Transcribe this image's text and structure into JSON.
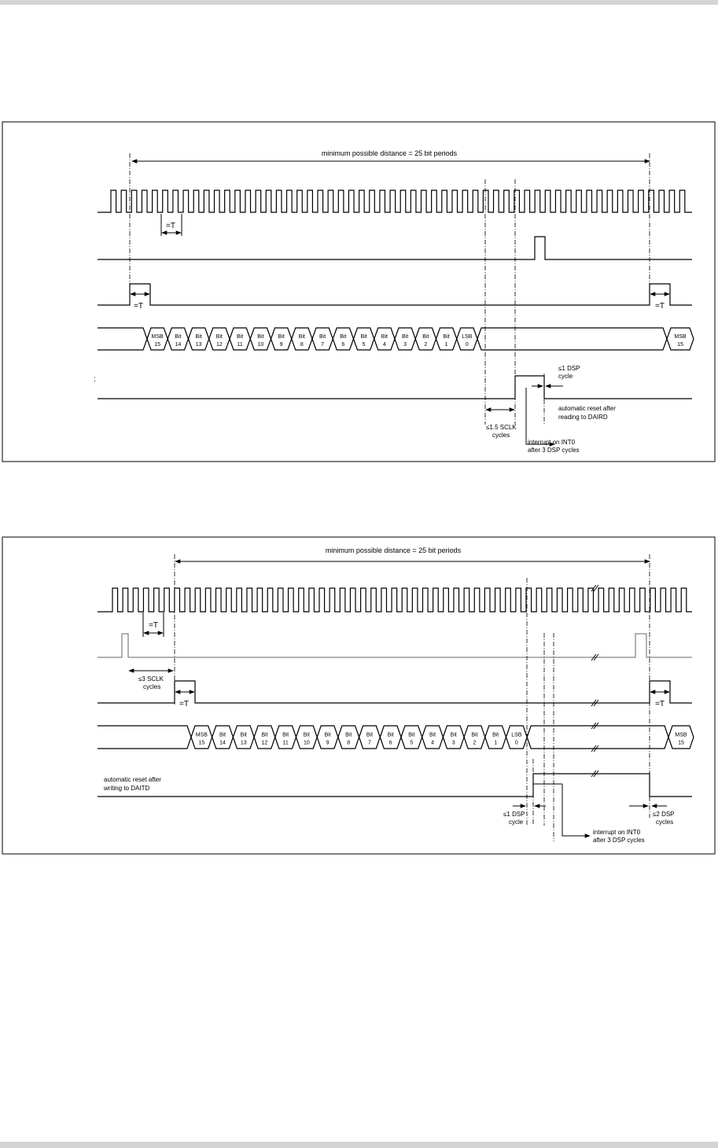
{
  "diagram1": {
    "distance_label": "minimum possible distance = 25 bit  periods",
    "period_label": "=T",
    "fs_label": "=T",
    "fs_label_end": "=T",
    "colon_mark": ":",
    "bits": [
      {
        "l1": "MSB",
        "l2": "15"
      },
      {
        "l1": "Bit",
        "l2": "14"
      },
      {
        "l1": "Bit",
        "l2": "13"
      },
      {
        "l1": "Bit",
        "l2": "12"
      },
      {
        "l1": "Bit",
        "l2": "11"
      },
      {
        "l1": "Bit",
        "l2": "10"
      },
      {
        "l1": "Bit",
        "l2": "9"
      },
      {
        "l1": "Bit",
        "l2": "8"
      },
      {
        "l1": "Bit",
        "l2": "7"
      },
      {
        "l1": "Bit",
        "l2": "6"
      },
      {
        "l1": "Bit",
        "l2": "5"
      },
      {
        "l1": "Bit",
        "l2": "4"
      },
      {
        "l1": "Bit",
        "l2": "3"
      },
      {
        "l1": "Bit",
        "l2": "2"
      },
      {
        "l1": "Bit",
        "l2": "1"
      },
      {
        "l1": "LSB",
        "l2": "0"
      }
    ],
    "end_bit": {
      "l1": "MSB",
      "l2": "15"
    },
    "dsp_cycle_line1": "≤1 DSP",
    "dsp_cycle_line2": "cycle",
    "reset_line1": "automatic reset after",
    "reset_line2": "reading to DAIRD",
    "sclk_line1": "≤1.5 SCLK",
    "sclk_line2": "cycles",
    "int_line1": "interrupt on INT0",
    "int_line2": "after 3 DSP cycles"
  },
  "diagram2": {
    "distance_label": "minimum possible distance = 25 bit  periods",
    "period_label": "=T",
    "sclk_line1": "≤3 SCLK",
    "sclk_line2": "cycles",
    "fs_label": "=T",
    "fs_label_end": "=T",
    "bits": [
      {
        "l1": "MSB",
        "l2": "15"
      },
      {
        "l1": "Bit",
        "l2": "14"
      },
      {
        "l1": "Bit",
        "l2": "13"
      },
      {
        "l1": "Bit",
        "l2": "12"
      },
      {
        "l1": "Bit",
        "l2": "11"
      },
      {
        "l1": "Bit",
        "l2": "10"
      },
      {
        "l1": "Bit",
        "l2": "9"
      },
      {
        "l1": "Bit",
        "l2": "8"
      },
      {
        "l1": "Bit",
        "l2": "7"
      },
      {
        "l1": "Bit",
        "l2": "6"
      },
      {
        "l1": "Bit",
        "l2": "5"
      },
      {
        "l1": "Bit",
        "l2": "4"
      },
      {
        "l1": "Bit",
        "l2": "3"
      },
      {
        "l1": "Bit",
        "l2": "2"
      },
      {
        "l1": "Bit",
        "l2": "1"
      },
      {
        "l1": "LSB",
        "l2": "0"
      }
    ],
    "end_bit": {
      "l1": "MSB",
      "l2": "15"
    },
    "reset_line1": "automatic reset after",
    "reset_line2": "writing to DAITD",
    "dsp1_line1": "≤1 DSP",
    "dsp1_line2": "cycle",
    "int_line1": "interrupt on INT0",
    "int_line2": "after 3 DSP cycles",
    "dsp2_line1": "≤2 DSP",
    "dsp2_line2": "cycles"
  }
}
